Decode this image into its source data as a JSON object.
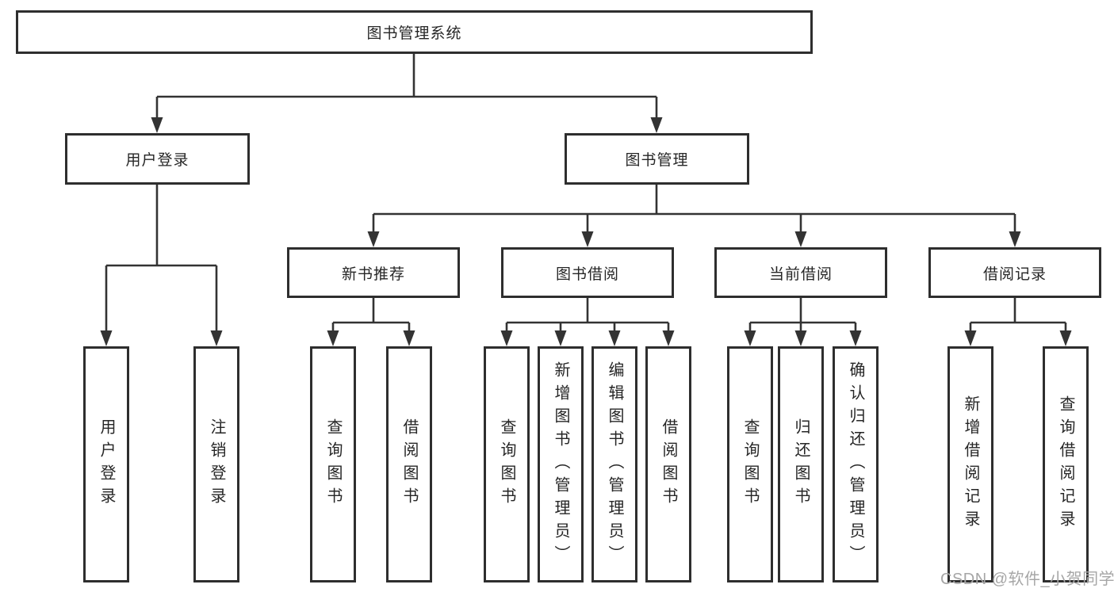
{
  "colors": {
    "background": "#ffffff",
    "line": "#333333",
    "box_border": "#2e2e2e",
    "text": "#262626",
    "watermark": "#a6a6a6"
  },
  "watermark": "CSDN @软件_小贺同学",
  "nodes": {
    "root": "图书管理系统",
    "branches": [
      {
        "label": "用户登录",
        "leaves": [
          "用户登录",
          "注销登录"
        ]
      },
      {
        "label": "图书管理",
        "children": [
          {
            "label": "新书推荐",
            "leaves": [
              "查询图书",
              "借阅图书"
            ]
          },
          {
            "label": "图书借阅",
            "leaves": [
              "查询图书",
              "新增图书（管理员）",
              "编辑图书（管理员）",
              "借阅图书"
            ]
          },
          {
            "label": "当前借阅",
            "leaves": [
              "查询图书",
              "归还图书",
              "确认归还（管理员）"
            ]
          },
          {
            "label": "借阅记录",
            "leaves": [
              "新增借阅记录",
              "查询借阅记录"
            ]
          }
        ]
      }
    ]
  }
}
